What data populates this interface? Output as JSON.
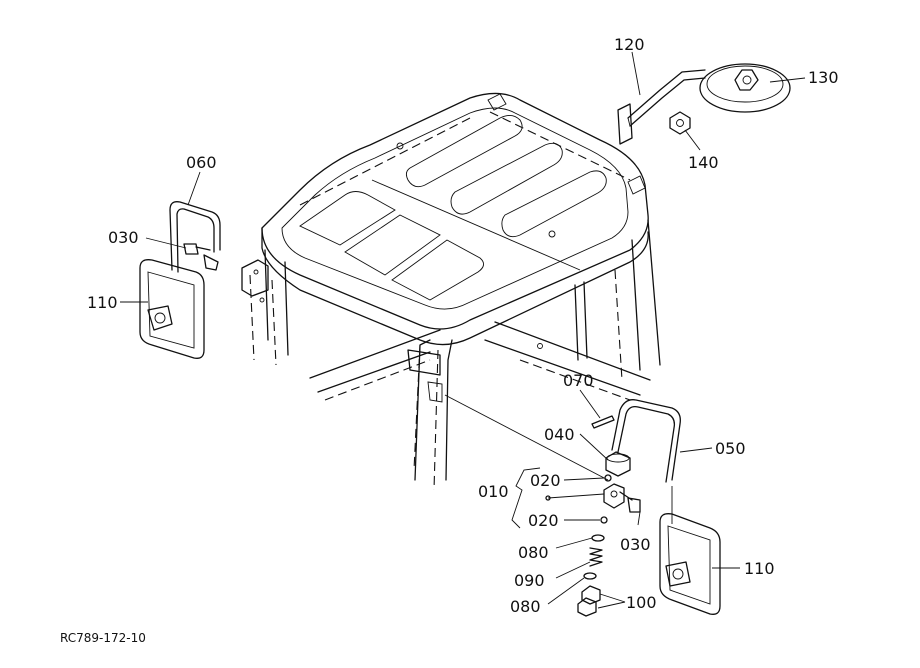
{
  "figure_code": "RC789-172-10",
  "labels": {
    "p120": "120",
    "p130": "130",
    "p140": "140",
    "p060": "060",
    "p030a": "030",
    "p110a": "110",
    "p070": "070",
    "p040": "040",
    "p050": "050",
    "p020a": "020",
    "p010": "010",
    "p020b": "020",
    "p030b": "030",
    "p080a": "080",
    "p090": "090",
    "p080b": "080",
    "p100": "100",
    "p110b": "110"
  }
}
